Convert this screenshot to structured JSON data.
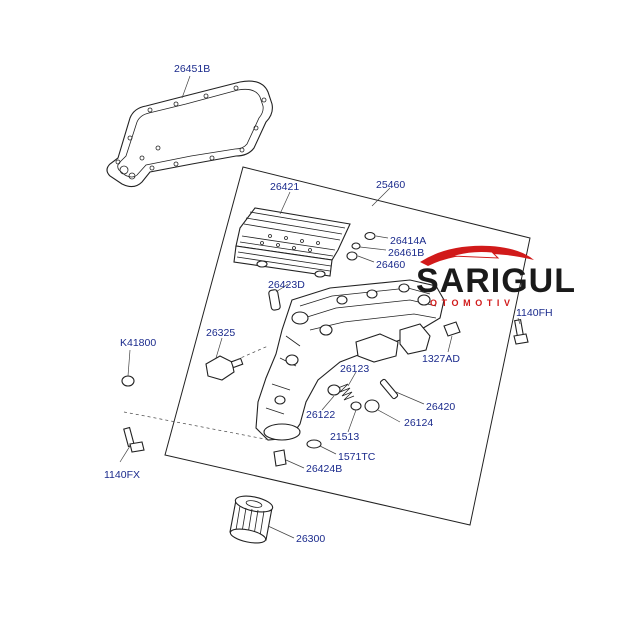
{
  "diagram": {
    "parts": [
      {
        "id": "p-26451B",
        "label": "26451B"
      },
      {
        "id": "p-26421",
        "label": "26421"
      },
      {
        "id": "p-25460",
        "label": "25460"
      },
      {
        "id": "p-26414A",
        "label": "26414A"
      },
      {
        "id": "p-26461B",
        "label": "26461B"
      },
      {
        "id": "p-26460",
        "label": "26460"
      },
      {
        "id": "p-26423D",
        "label": "26423D"
      },
      {
        "id": "p-26325",
        "label": "26325"
      },
      {
        "id": "p-K41800",
        "label": "K41800"
      },
      {
        "id": "p-1140FH",
        "label": "1140FH"
      },
      {
        "id": "p-1327AD",
        "label": "1327AD"
      },
      {
        "id": "p-26123",
        "label": "26123"
      },
      {
        "id": "p-26420",
        "label": "26420"
      },
      {
        "id": "p-26122",
        "label": "26122"
      },
      {
        "id": "p-26124",
        "label": "26124"
      },
      {
        "id": "p-21513",
        "label": "21513"
      },
      {
        "id": "p-1571TC",
        "label": "1571TC"
      },
      {
        "id": "p-26424B",
        "label": "26424B"
      },
      {
        "id": "p-1140FX",
        "label": "1140FX"
      },
      {
        "id": "p-26300",
        "label": "26300"
      }
    ]
  },
  "watermark": {
    "brand": "SARIGUL",
    "brand_sub": "OTOMOTIV",
    "accent_color": "#d11a1a",
    "text_color": "#1a1a1a"
  }
}
